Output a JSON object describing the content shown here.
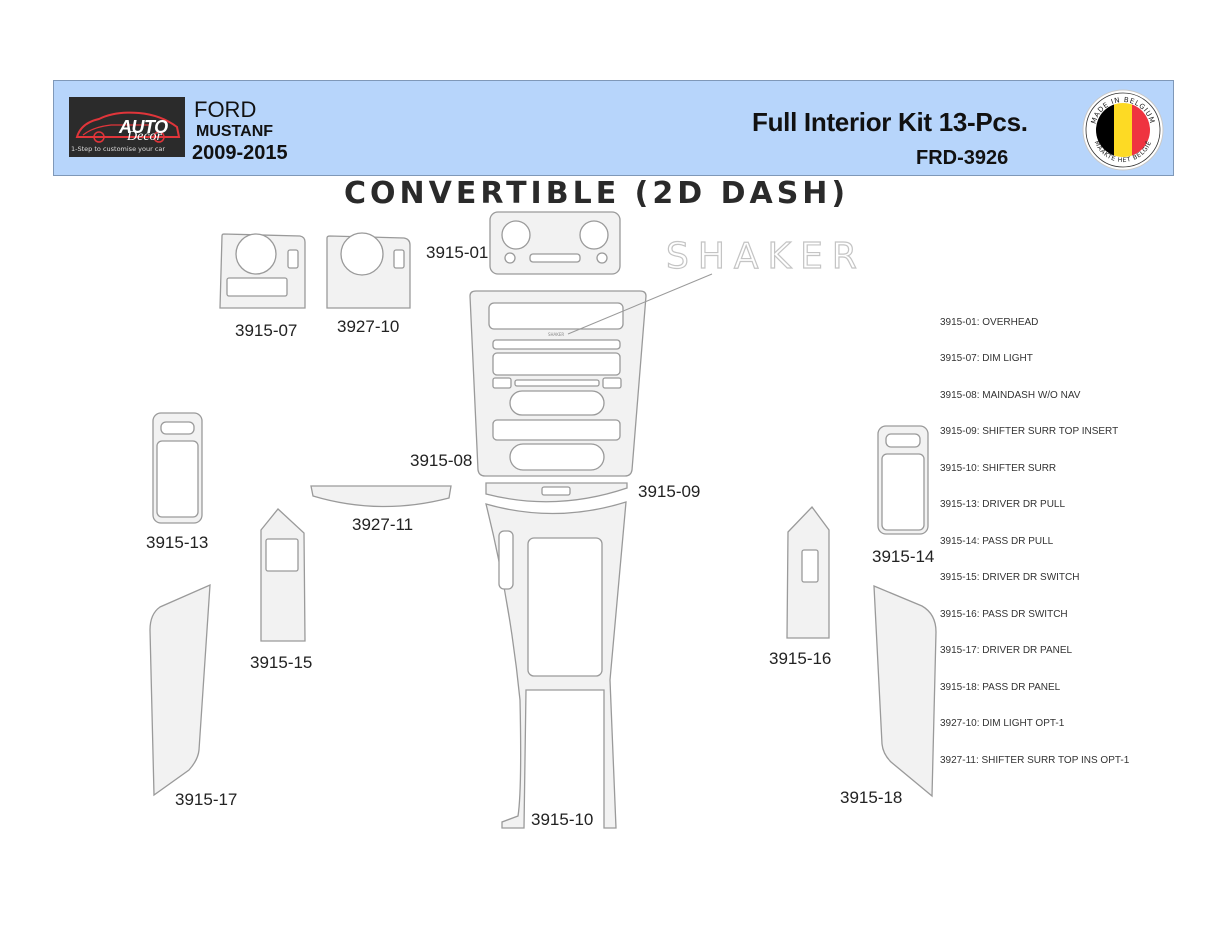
{
  "header": {
    "logo": {
      "brand_line": "AUTO",
      "script_line": "Decor",
      "tagline": "1-Step to customise your car"
    },
    "make": "FORD",
    "model": "MUSTANF",
    "years": "2009-2015",
    "kit_title": "Full Interior Kit 13-Pcs.",
    "kit_code": "FRD-3926",
    "badge": {
      "top_text": "MADE IN BELGIUM",
      "bottom_text": "MAAKTE HET BELGIË",
      "colors": [
        "#000000",
        "#fdda24",
        "#ef3340"
      ]
    }
  },
  "diagram": {
    "title": "CONVERTIBLE (2D DASH)",
    "shaker_label": "SHAKER",
    "shaker_mini": "SHAKER",
    "part_labels": {
      "p391501": "3915-01",
      "p391507": "3915-07",
      "p392710": "3927-10",
      "p391508": "3915-08",
      "p391509": "3915-09",
      "p392711": "3927-11",
      "p391513": "3915-13",
      "p391514": "3915-14",
      "p391515": "3915-15",
      "p391516": "3915-16",
      "p391517": "3915-17",
      "p391518": "3915-18",
      "p391510": "3915-10"
    },
    "colors": {
      "part_fill": "#f2f2f2",
      "part_stroke": "#9a9a9a"
    }
  },
  "legend": [
    "3915-01: OVERHEAD",
    "3915-07: DIM LIGHT",
    "3915-08: MAINDASH W/O NAV",
    "3915-09: SHIFTER SURR TOP INSERT",
    "3915-10: SHIFTER SURR",
    "3915-13: DRIVER DR PULL",
    "3915-14: PASS DR PULL",
    "3915-15: DRIVER DR SWITCH",
    "3915-16: PASS DR SWITCH",
    "3915-17: DRIVER DR PANEL",
    "3915-18: PASS DR PANEL",
    "3927-10: DIM LIGHT OPT-1",
    "3927-11: SHIFTER SURR TOP INS OPT-1"
  ]
}
